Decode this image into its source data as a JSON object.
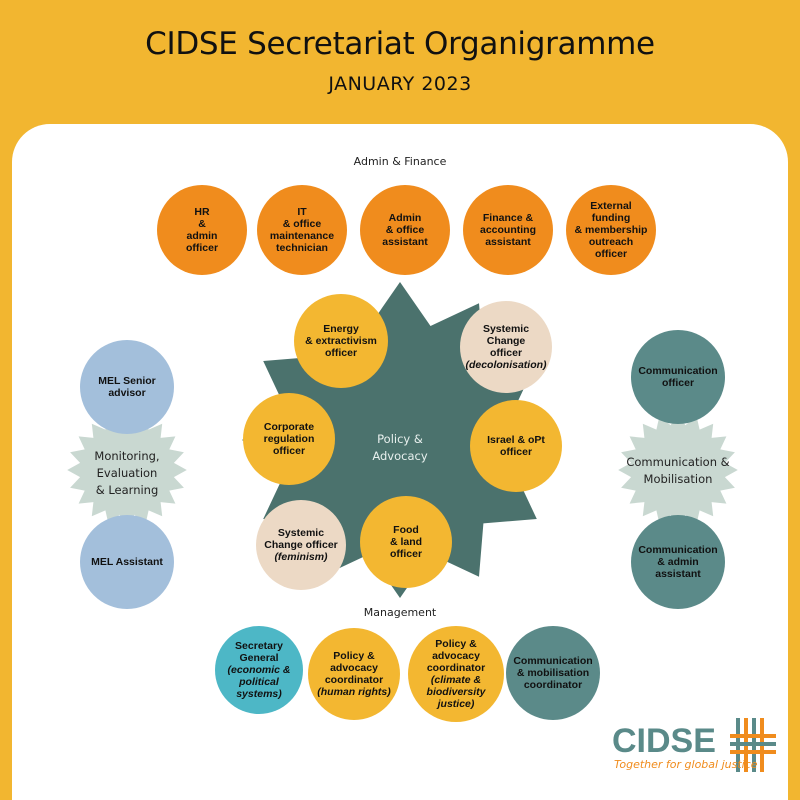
{
  "header": {
    "title": "CIDSE Secretariat Organigramme",
    "subtitle": "JANUARY 2023"
  },
  "admin_finance": {
    "label": "Admin & Finance",
    "roles": [
      "HR\n&\nadmin\nofficer",
      "IT\n& office\nmaintenance\ntechnician",
      "Admin\n& office\nassistant",
      "Finance &\naccounting\nassistant",
      "External funding\n& membership\noutreach\nofficer"
    ]
  },
  "policy": {
    "center_label": "Policy &\nAdvocacy",
    "roles": {
      "energy": "Energy\n& extractivism\nofficer",
      "systemic_decol_title": "Systemic Change\nofficer",
      "systemic_decol_note": "(decolonisation)",
      "corporate": "Corporate\nregulation\nofficer",
      "israel": "Israel & oPt\nofficer",
      "systemic_fem_title": "Systemic\nChange officer",
      "systemic_fem_note": "(feminism)",
      "food": "Food\n& land\nofficer"
    }
  },
  "mel": {
    "center_label": "Monitoring,\nEvaluation\n& Learning",
    "senior": "MEL Senior\nadvisor",
    "assistant": "MEL Assistant"
  },
  "communication": {
    "center_label": "Communication &\nMobilisation",
    "officer": "Communication\nofficer",
    "admin_assistant": "Communication\n& admin\nassistant"
  },
  "management": {
    "label": "Management",
    "secgen_title": "Secretary\nGeneral",
    "secgen_note": "(economic &\npolitical\nsystems)",
    "pac_hr_title": "Policy &\nadvocacy\ncoordinator",
    "pac_hr_note": "(human rights)",
    "pac_climate_title": "Policy &\nadvocacy\ncoordinator",
    "pac_climate_note": "(climate &\nbiodiversity\njustice)",
    "comms_coord": "Communication\n& mobilisation\ncoordinator"
  },
  "logo": {
    "name": "CIDSE",
    "tagline": "Together for global justice"
  },
  "colors": {
    "background": "#f2b630",
    "orange": "#f08c1d",
    "yellow": "#f3b731",
    "beige": "#ecd9c5",
    "blue": "#a3bfdb",
    "teal": "#5b8a89",
    "cyan": "#4db7c6",
    "policy_star": "#4b726d",
    "side_star": "#c9d8d1"
  }
}
